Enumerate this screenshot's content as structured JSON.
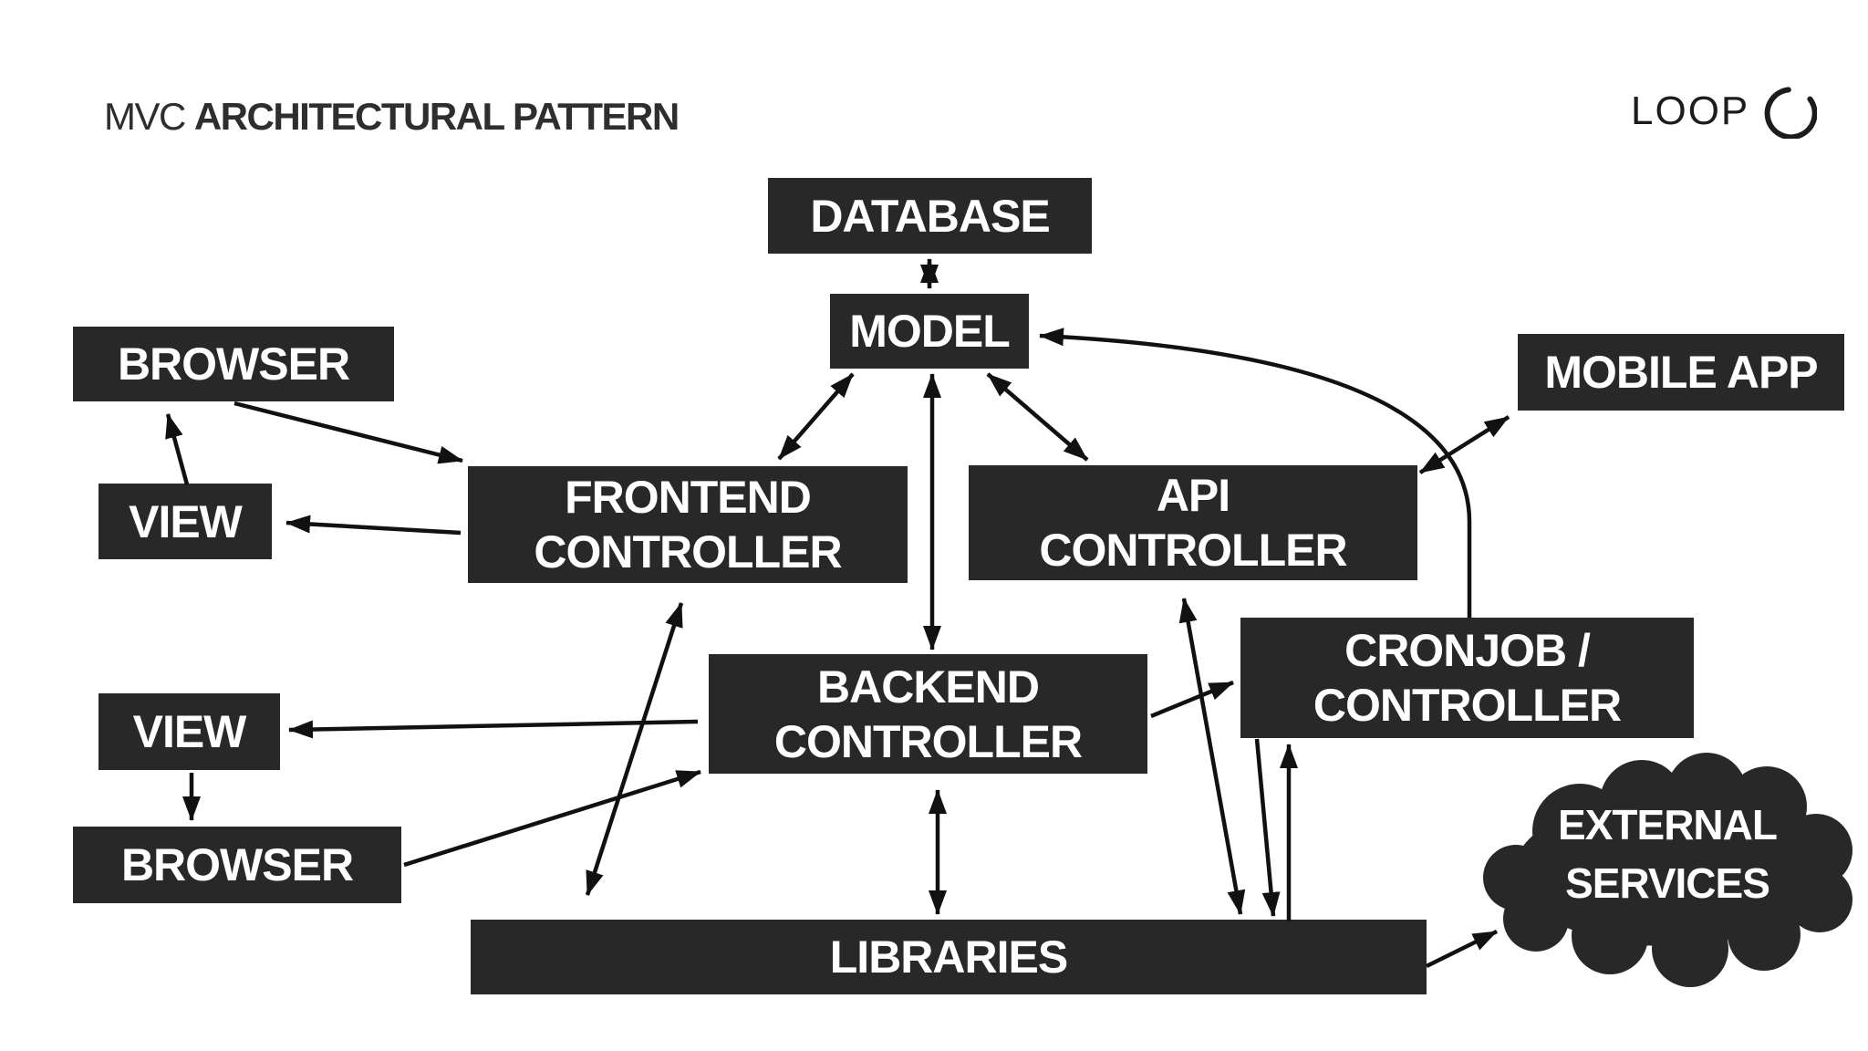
{
  "header": {
    "title_light": "MVC",
    "title_bold": "ARCHITECTURAL PATTERN"
  },
  "logo": {
    "text": "LOOP",
    "icon": "open-circle"
  },
  "colors": {
    "background": "#ffffff",
    "node_fill": "#282828",
    "node_text": "#ffffff",
    "line": "#111111",
    "title_text": "#2e2e2e"
  },
  "nodes": {
    "database": {
      "label": "DATABASE"
    },
    "model": {
      "label": "MODEL"
    },
    "browser_top": {
      "label": "BROWSER"
    },
    "view_top": {
      "label": "VIEW"
    },
    "frontend_controller": {
      "line1": "FRONTEND",
      "line2": "CONTROLLER"
    },
    "api_controller": {
      "line1": "API",
      "line2": "CONTROLLER"
    },
    "mobile_app": {
      "label": "MOBILE APP"
    },
    "cronjob_controller": {
      "line1": "CRONJOB /",
      "line2": "CONTROLLER"
    },
    "backend_controller": {
      "line1": "BACKEND",
      "line2": "CONTROLLER"
    },
    "view_bottom": {
      "label": "VIEW"
    },
    "browser_bottom": {
      "label": "BROWSER"
    },
    "libraries": {
      "label": "LIBRARIES"
    },
    "external_services": {
      "line1": "EXTERNAL",
      "line2": "SERVICES"
    }
  },
  "connections": [
    {
      "from": "database",
      "to": "model",
      "direction": "bidirectional"
    },
    {
      "from": "model",
      "to": "frontend_controller",
      "direction": "bidirectional"
    },
    {
      "from": "model",
      "to": "backend_controller",
      "direction": "bidirectional"
    },
    {
      "from": "model",
      "to": "api_controller",
      "direction": "bidirectional"
    },
    {
      "from": "cronjob_controller",
      "to": "model",
      "direction": "one-way-curved"
    },
    {
      "from": "view_top",
      "to": "browser_top",
      "direction": "one-way"
    },
    {
      "from": "browser_top",
      "to": "frontend_controller",
      "direction": "one-way"
    },
    {
      "from": "frontend_controller",
      "to": "view_top",
      "direction": "one-way"
    },
    {
      "from": "frontend_controller",
      "to": "libraries",
      "direction": "bidirectional"
    },
    {
      "from": "api_controller",
      "to": "mobile_app",
      "direction": "bidirectional"
    },
    {
      "from": "backend_controller",
      "to": "view_bottom",
      "direction": "one-way"
    },
    {
      "from": "view_bottom",
      "to": "browser_bottom",
      "direction": "one-way"
    },
    {
      "from": "browser_bottom",
      "to": "backend_controller",
      "direction": "one-way"
    },
    {
      "from": "backend_controller",
      "to": "cronjob_controller",
      "direction": "one-way"
    },
    {
      "from": "backend_controller",
      "to": "libraries",
      "direction": "bidirectional"
    },
    {
      "from": "api_controller",
      "to": "libraries",
      "direction": "bidirectional"
    },
    {
      "from": "cronjob_controller",
      "to": "libraries",
      "direction": "one-way"
    },
    {
      "from": "libraries",
      "to": "cronjob_controller",
      "direction": "one-way"
    },
    {
      "from": "libraries",
      "to": "external_services",
      "direction": "one-way"
    }
  ]
}
